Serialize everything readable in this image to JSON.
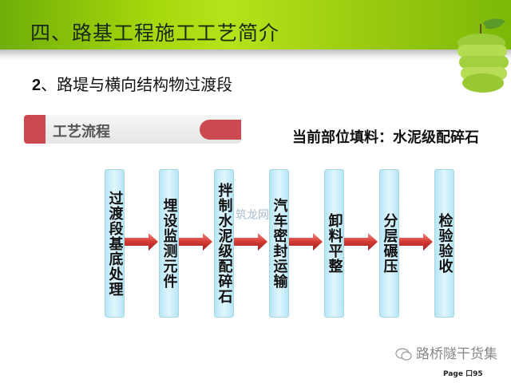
{
  "header": {
    "title": "四、路基工程施工工艺简介"
  },
  "subtitle": {
    "number": "2",
    "text": "、路堤与横向结构物过渡段"
  },
  "process": {
    "label": "工艺流程",
    "fill_info": "当前部位填料：水泥级配碎石"
  },
  "steps": [
    "过渡段基底处理",
    "埋设监测元件",
    "拌制水泥级配碎石",
    "汽车密封运输",
    "卸料平整",
    "分层碾压",
    "检验验收"
  ],
  "watermark": "筑龙网",
  "footer": {
    "wechat": "路桥隧干货集",
    "page": "Page ⼝95"
  },
  "colors": {
    "header_green": "#a6d80c",
    "accent_red": "#cc4a4f",
    "box_blue": "#b5e6f7",
    "arrow_red": "#d33a33"
  }
}
